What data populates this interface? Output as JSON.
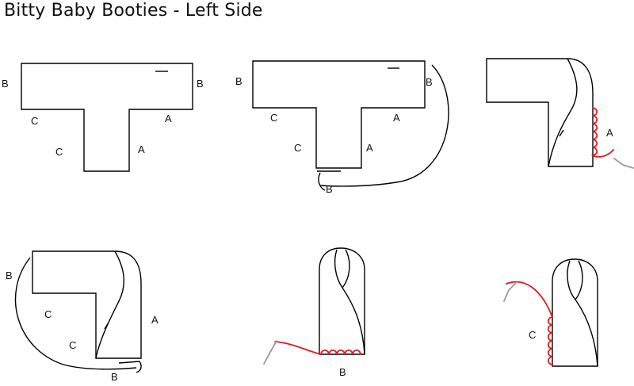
{
  "title": "Bitty Baby Booties - Left Side",
  "steps": [
    {
      "labels": [
        "B",
        "B",
        "C",
        "A",
        "C",
        "A"
      ]
    },
    {
      "labels": [
        "B",
        "B",
        "C",
        "A",
        "C",
        "A",
        "B"
      ]
    },
    {
      "labels": [
        "A"
      ]
    },
    {
      "labels": [
        "B",
        "C",
        "C",
        "A",
        "B"
      ]
    },
    {
      "labels": [
        "B"
      ]
    },
    {
      "labels": [
        "C"
      ]
    }
  ],
  "colors": {
    "line": "#000000",
    "stitch": "#e8191f",
    "needle": "#9a9a9a"
  }
}
